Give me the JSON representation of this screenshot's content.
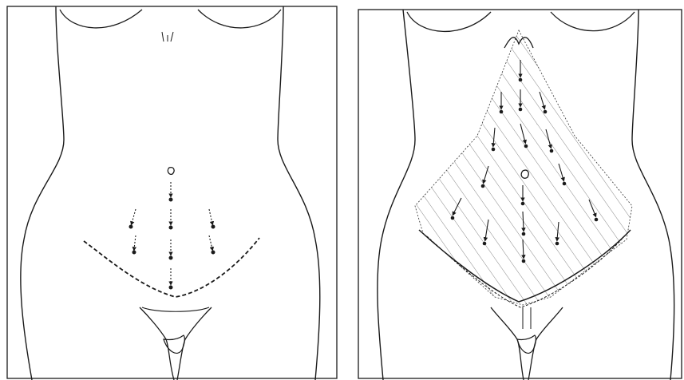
{
  "figure": {
    "panels": [
      {
        "id": "left",
        "content": "torso-line-drawing-with-incision-markings"
      },
      {
        "id": "right",
        "content": "torso-line-drawing-with-shaded-dissection-area"
      }
    ],
    "colors": {
      "line": "#1a1a1a",
      "background": "#ffffff",
      "hatch": "#555555"
    }
  }
}
